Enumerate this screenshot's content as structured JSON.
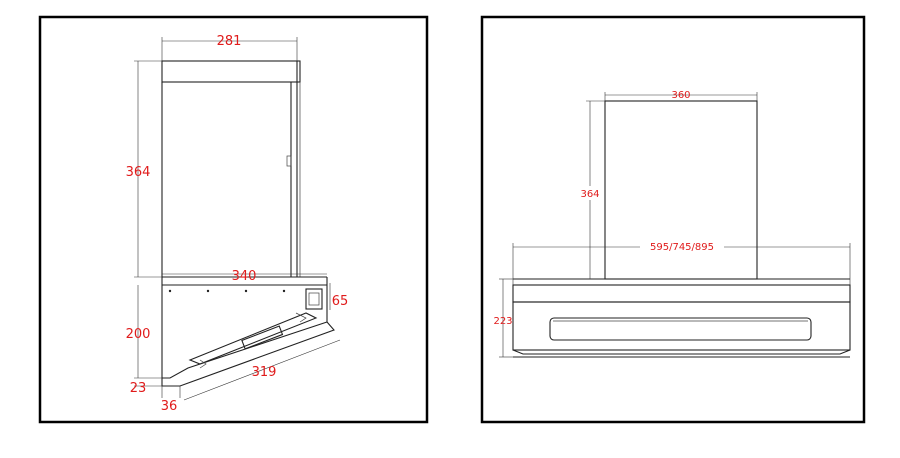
{
  "side_view": {
    "dims": {
      "top_width": "281",
      "chimney_height": "364",
      "body_width": "340",
      "front_height": "65",
      "body_height": "200",
      "base_height": "23",
      "lip_width": "36",
      "panel_length": "319"
    }
  },
  "front_view": {
    "dims": {
      "chimney_width": "360",
      "chimney_height": "364",
      "hood_width": "595/745/895",
      "hood_height": "223"
    }
  }
}
